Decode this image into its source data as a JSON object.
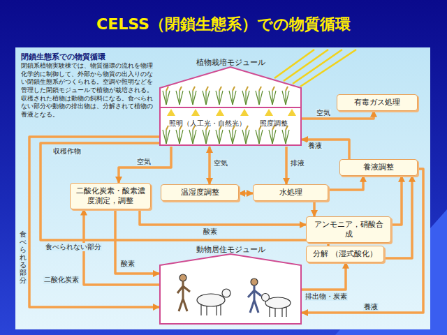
{
  "diagram": {
    "title": "CELSS（閉鎖生態系）での物質循環",
    "nodes": [
      {
        "text": [
          "植物栽培モジュール",
          "照明（人工光・自然光）",
          "照度調整"
        ]
      },
      {
        "text": [
          "有毒ガス処理"
        ]
      },
      {
        "text": [
          "養液調整"
        ]
      },
      {
        "text": [
          "二酸化炭素・酸素濃度測定，調整"
        ]
      },
      {
        "text": [
          "温湿度調整"
        ]
      },
      {
        "text": [
          "水処理"
        ]
      },
      {
        "text": [
          "アンモニア，硝酸合成"
        ]
      },
      {
        "text": [
          "動物居住モジュール"
        ]
      },
      {
        "text": [
          "分解 （湿式酸化）"
        ]
      }
    ],
    "edges": [
      {
        "from": 0,
        "to": 1,
        "arrow": "to",
        "label": "空気"
      },
      {
        "from": 2,
        "to": 0,
        "arrow": "to",
        "label": "養液"
      },
      {
        "from": 0,
        "to": 3,
        "arrow": "to",
        "label": "空気"
      },
      {
        "from": 0,
        "to": 4,
        "arrow": "both",
        "label": "空気"
      },
      {
        "from": 0,
        "to": 5,
        "arrow": "to",
        "label": "排液"
      },
      {
        "from": 4,
        "to": 5,
        "arrow": "both"
      },
      {
        "from": 5,
        "to": 2,
        "arrow": "to"
      },
      {
        "from": 5,
        "to": 6,
        "arrow": "to"
      },
      {
        "from": 3,
        "to": 6,
        "arrow": "to",
        "label": "酸素"
      },
      {
        "from": 6,
        "to": 2,
        "arrow": "to"
      },
      {
        "from": 8,
        "to": 2,
        "arrow": "to"
      },
      {
        "from": 7,
        "to": 8,
        "arrow": "to",
        "label": "排出物・炭素"
      },
      {
        "from": 7,
        "to": 3,
        "arrow": "to",
        "label": "二酸化炭素"
      },
      {
        "from": 3,
        "to": 7,
        "arrow": "to",
        "label": "酸素"
      },
      {
        "from": 0,
        "to": 7,
        "arrow": "to",
        "label": "食べられる部分"
      },
      {
        "from": 0,
        "to": 8,
        "arrow": "to",
        "label": "食べられない部分"
      },
      {
        "from": 2,
        "to": 7,
        "arrow": "to",
        "label": "養液"
      }
    ],
    "labels": [
      "閉鎖生態系での物質循環",
      "閉鎖系植物実験棟では、物質循環の流れを物理化学的に制御して、外部から物質の出入りのない閉鎖生態系がつくられる。空調や照明などを管理した閉鎖モジュールで植物が栽培される。収穫された植物は動物の飼料になる。食べられない部分や動物の排出物は、分解されて植物の養液となる。",
      "収穫作物"
    ]
  }
}
